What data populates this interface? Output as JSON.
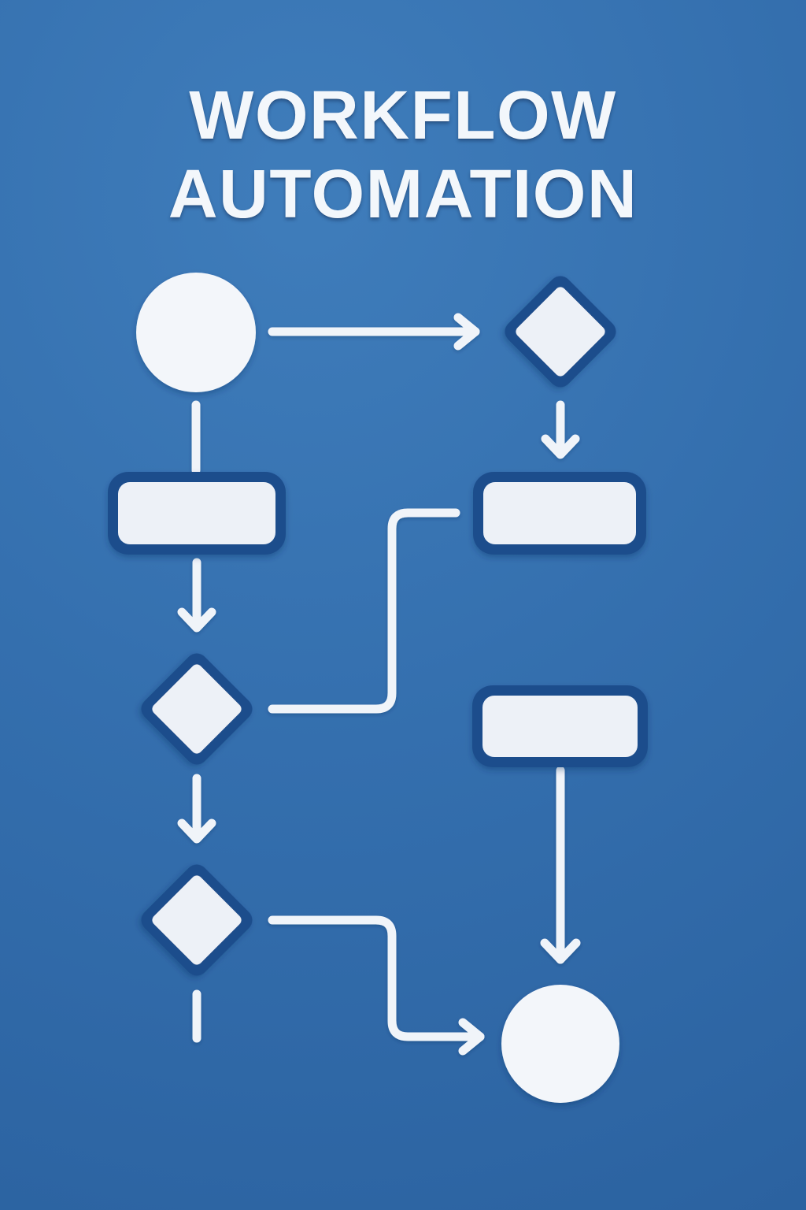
{
  "title": {
    "line1": "WORKFLOW",
    "line2": "AUTOMATION"
  },
  "colors": {
    "background_light": "#3f7dbb",
    "background_mid": "#346fae",
    "background_dark": "#2b62a0",
    "title_text": "#f3f7fb",
    "connector": "#f0f4f9",
    "circle_fill": "#f3f6fa",
    "shape_fill": "#edf1f7",
    "shape_border": "#1d4e8c"
  },
  "diagram": {
    "kind": "flowchart",
    "nodes": [
      {
        "id": "start-circle",
        "shape": "circle",
        "label": ""
      },
      {
        "id": "top-decision-diamond",
        "shape": "diamond",
        "label": ""
      },
      {
        "id": "left-process-rect",
        "shape": "rounded-rectangle",
        "label": ""
      },
      {
        "id": "right-process-rect",
        "shape": "rounded-rectangle",
        "label": ""
      },
      {
        "id": "middle-decision-diamond",
        "shape": "diamond",
        "label": ""
      },
      {
        "id": "right-lower-process-rect",
        "shape": "rounded-rectangle",
        "label": ""
      },
      {
        "id": "bottom-decision-diamond",
        "shape": "diamond",
        "label": ""
      },
      {
        "id": "end-circle",
        "shape": "circle",
        "label": ""
      }
    ],
    "edges": [
      {
        "from": "start-circle",
        "to": "top-decision-diamond",
        "style": "straight-arrow-right"
      },
      {
        "from": "start-circle",
        "to": "left-process-rect",
        "style": "plain-line-down"
      },
      {
        "from": "top-decision-diamond",
        "to": "right-process-rect",
        "style": "straight-arrow-down"
      },
      {
        "from": "left-process-rect",
        "to": "middle-decision-diamond",
        "style": "straight-arrow-down"
      },
      {
        "from": "middle-decision-diamond",
        "to": "right-process-rect",
        "style": "elbow-line-no-arrowhead"
      },
      {
        "from": "middle-decision-diamond",
        "to": "bottom-decision-diamond",
        "style": "straight-arrow-down"
      },
      {
        "from": "right-process-rect",
        "to": "right-lower-process-rect",
        "style": "straight-arrow-down"
      },
      {
        "from": "right-lower-process-rect",
        "to": "end-circle",
        "style": "long-straight-arrow-down"
      },
      {
        "from": "bottom-decision-diamond",
        "to": "end-circle",
        "style": "elbow-arrow-right"
      },
      {
        "from": "bottom-decision-diamond",
        "to": null,
        "style": "stub-line-down"
      }
    ]
  }
}
